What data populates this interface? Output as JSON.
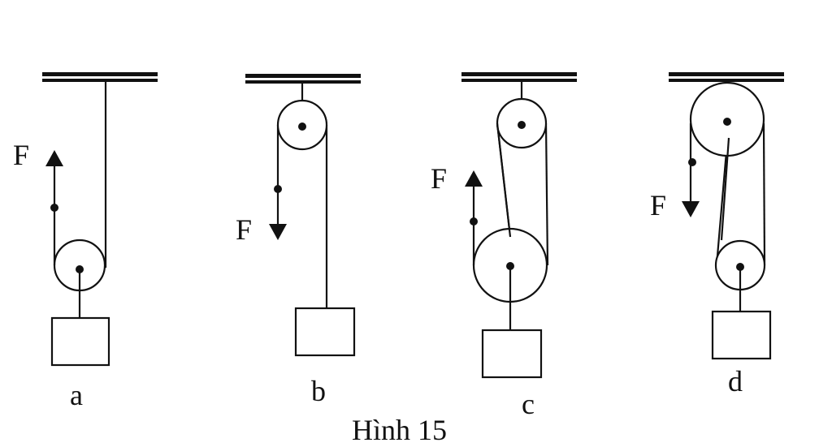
{
  "diagram": {
    "force_label": "F",
    "panels": [
      {
        "id": "a",
        "label": "a"
      },
      {
        "id": "b",
        "label": "b"
      },
      {
        "id": "c",
        "label": "c"
      },
      {
        "id": "d",
        "label": "d"
      }
    ],
    "caption": "Hình 15"
  }
}
